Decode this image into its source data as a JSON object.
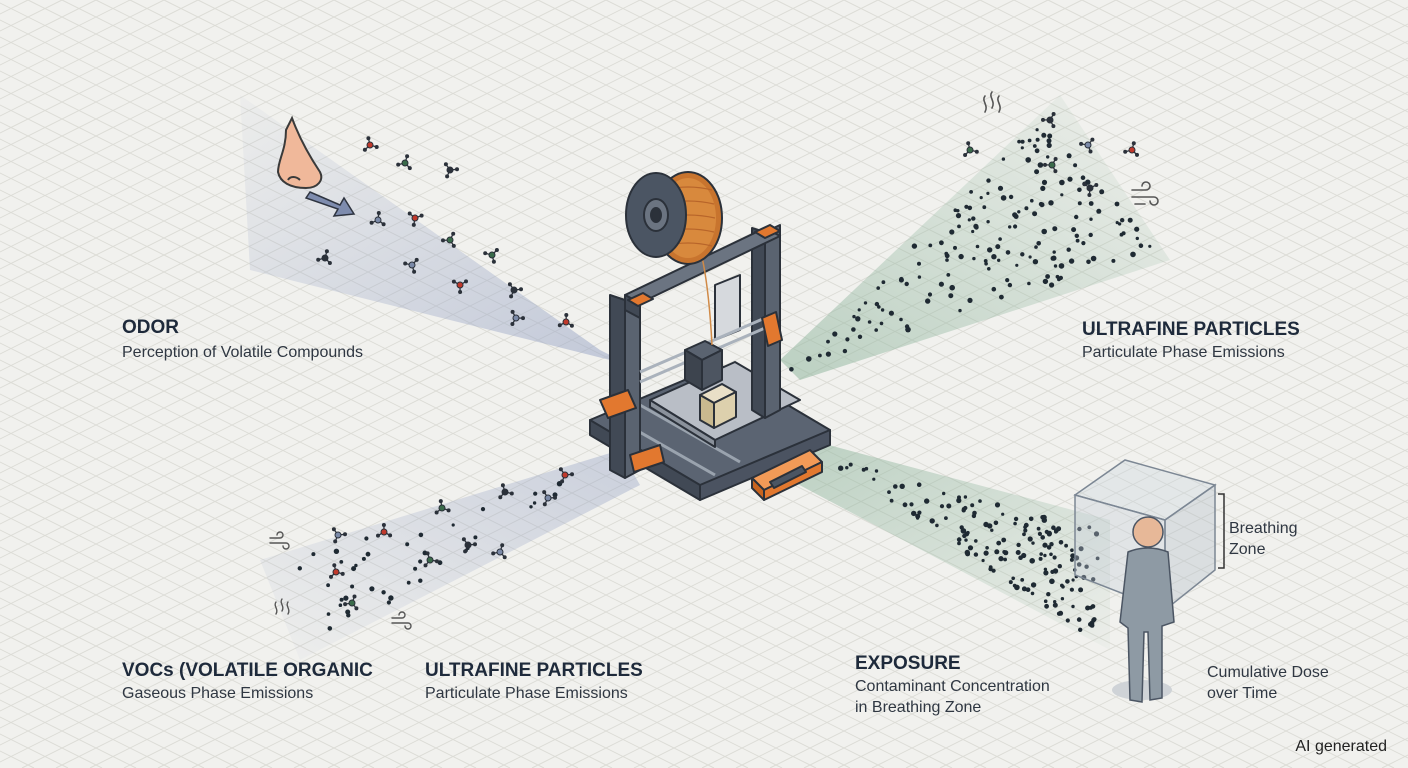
{
  "labels": {
    "odor": {
      "title": "ODOR",
      "subtitle": "Perception of Volatile Compounds"
    },
    "ultrafine_top": {
      "title": "ULTRAFINE PARTICLES",
      "subtitle": "Particulate Phase Emissions"
    },
    "vocs": {
      "title": "VOCs (VOLATILE ORGANIC",
      "subtitle": "Gaseous Phase Emissions"
    },
    "ultrafine_bottom": {
      "title": "ULTRAFINE PARTICLES",
      "subtitle": "Particulate Phase Emissions"
    },
    "exposure": {
      "title": "EXPOSURE",
      "line1": "Contaminant Concentration",
      "line2": "in Breathing Zone"
    },
    "breathing_zone": {
      "line1": "Breathing",
      "line2": "Zone"
    },
    "cumulative_dose": {
      "line1": "Cumulative Dose",
      "line2": "over Time"
    }
  },
  "watermark": "AI generated",
  "colors": {
    "background": "#f1f1ee",
    "grid": "#dcdcd6",
    "frame": "#4b5563",
    "accent_orange": "#e2782f",
    "voc_plume": "#9aa6c6",
    "particle_plume": "#8fb59d",
    "person": "#8e9aa4"
  },
  "icons": [
    "nose-icon",
    "arrow-icon",
    "molecule-icon",
    "wind-icon",
    "heat-wave-icon",
    "person-icon",
    "printer-icon",
    "spool-icon"
  ]
}
